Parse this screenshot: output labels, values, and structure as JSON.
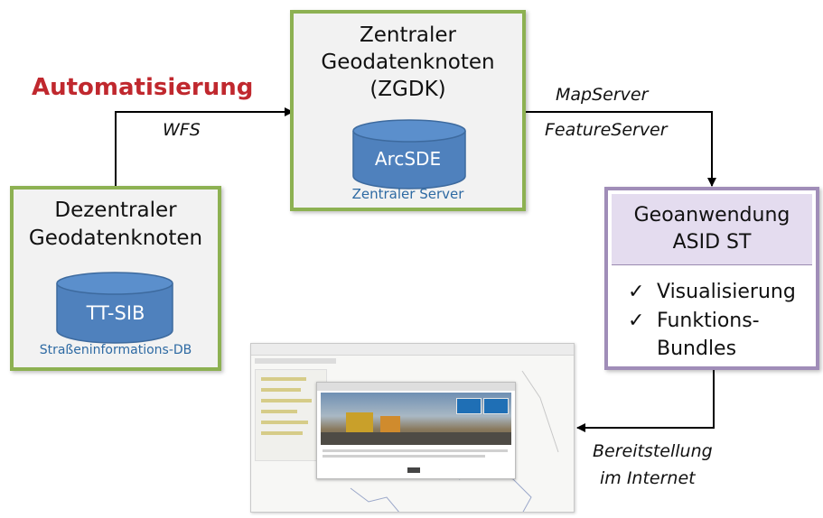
{
  "automation_label": "Automatisierung",
  "wfs_label": "WFS",
  "mapserver_label": "MapServer",
  "featureserver_label": "FeatureServer",
  "provision_line1": "Bereitstellung",
  "provision_line2": "im Internet",
  "central_node": {
    "title_line1": "Zentraler",
    "title_line2": "Geodatenknoten",
    "title_line3": "(ZGDK)",
    "db_label": "ArcSDE",
    "caption": "Zentraler Server"
  },
  "decentral_node": {
    "title_line1": "Dezentraler",
    "title_line2": "Geodatenknoten",
    "db_label": "TT-SIB",
    "caption": "Straßeninformations-DB"
  },
  "geo_app": {
    "title_line1": "Geoanwendung",
    "title_line2": "ASID ST",
    "check_mark": "✓",
    "item1": "Visualisierung",
    "item2_line1": "Funktions-",
    "item2_line2": "Bundles"
  },
  "colors": {
    "automation_red": "#c0282e",
    "green_border": "#8db152",
    "purple_border": "#a08db8",
    "purple_header": "#e4dcef",
    "cylinder_blue": "#4f81bd",
    "caption_blue": "#2e6aa3"
  }
}
